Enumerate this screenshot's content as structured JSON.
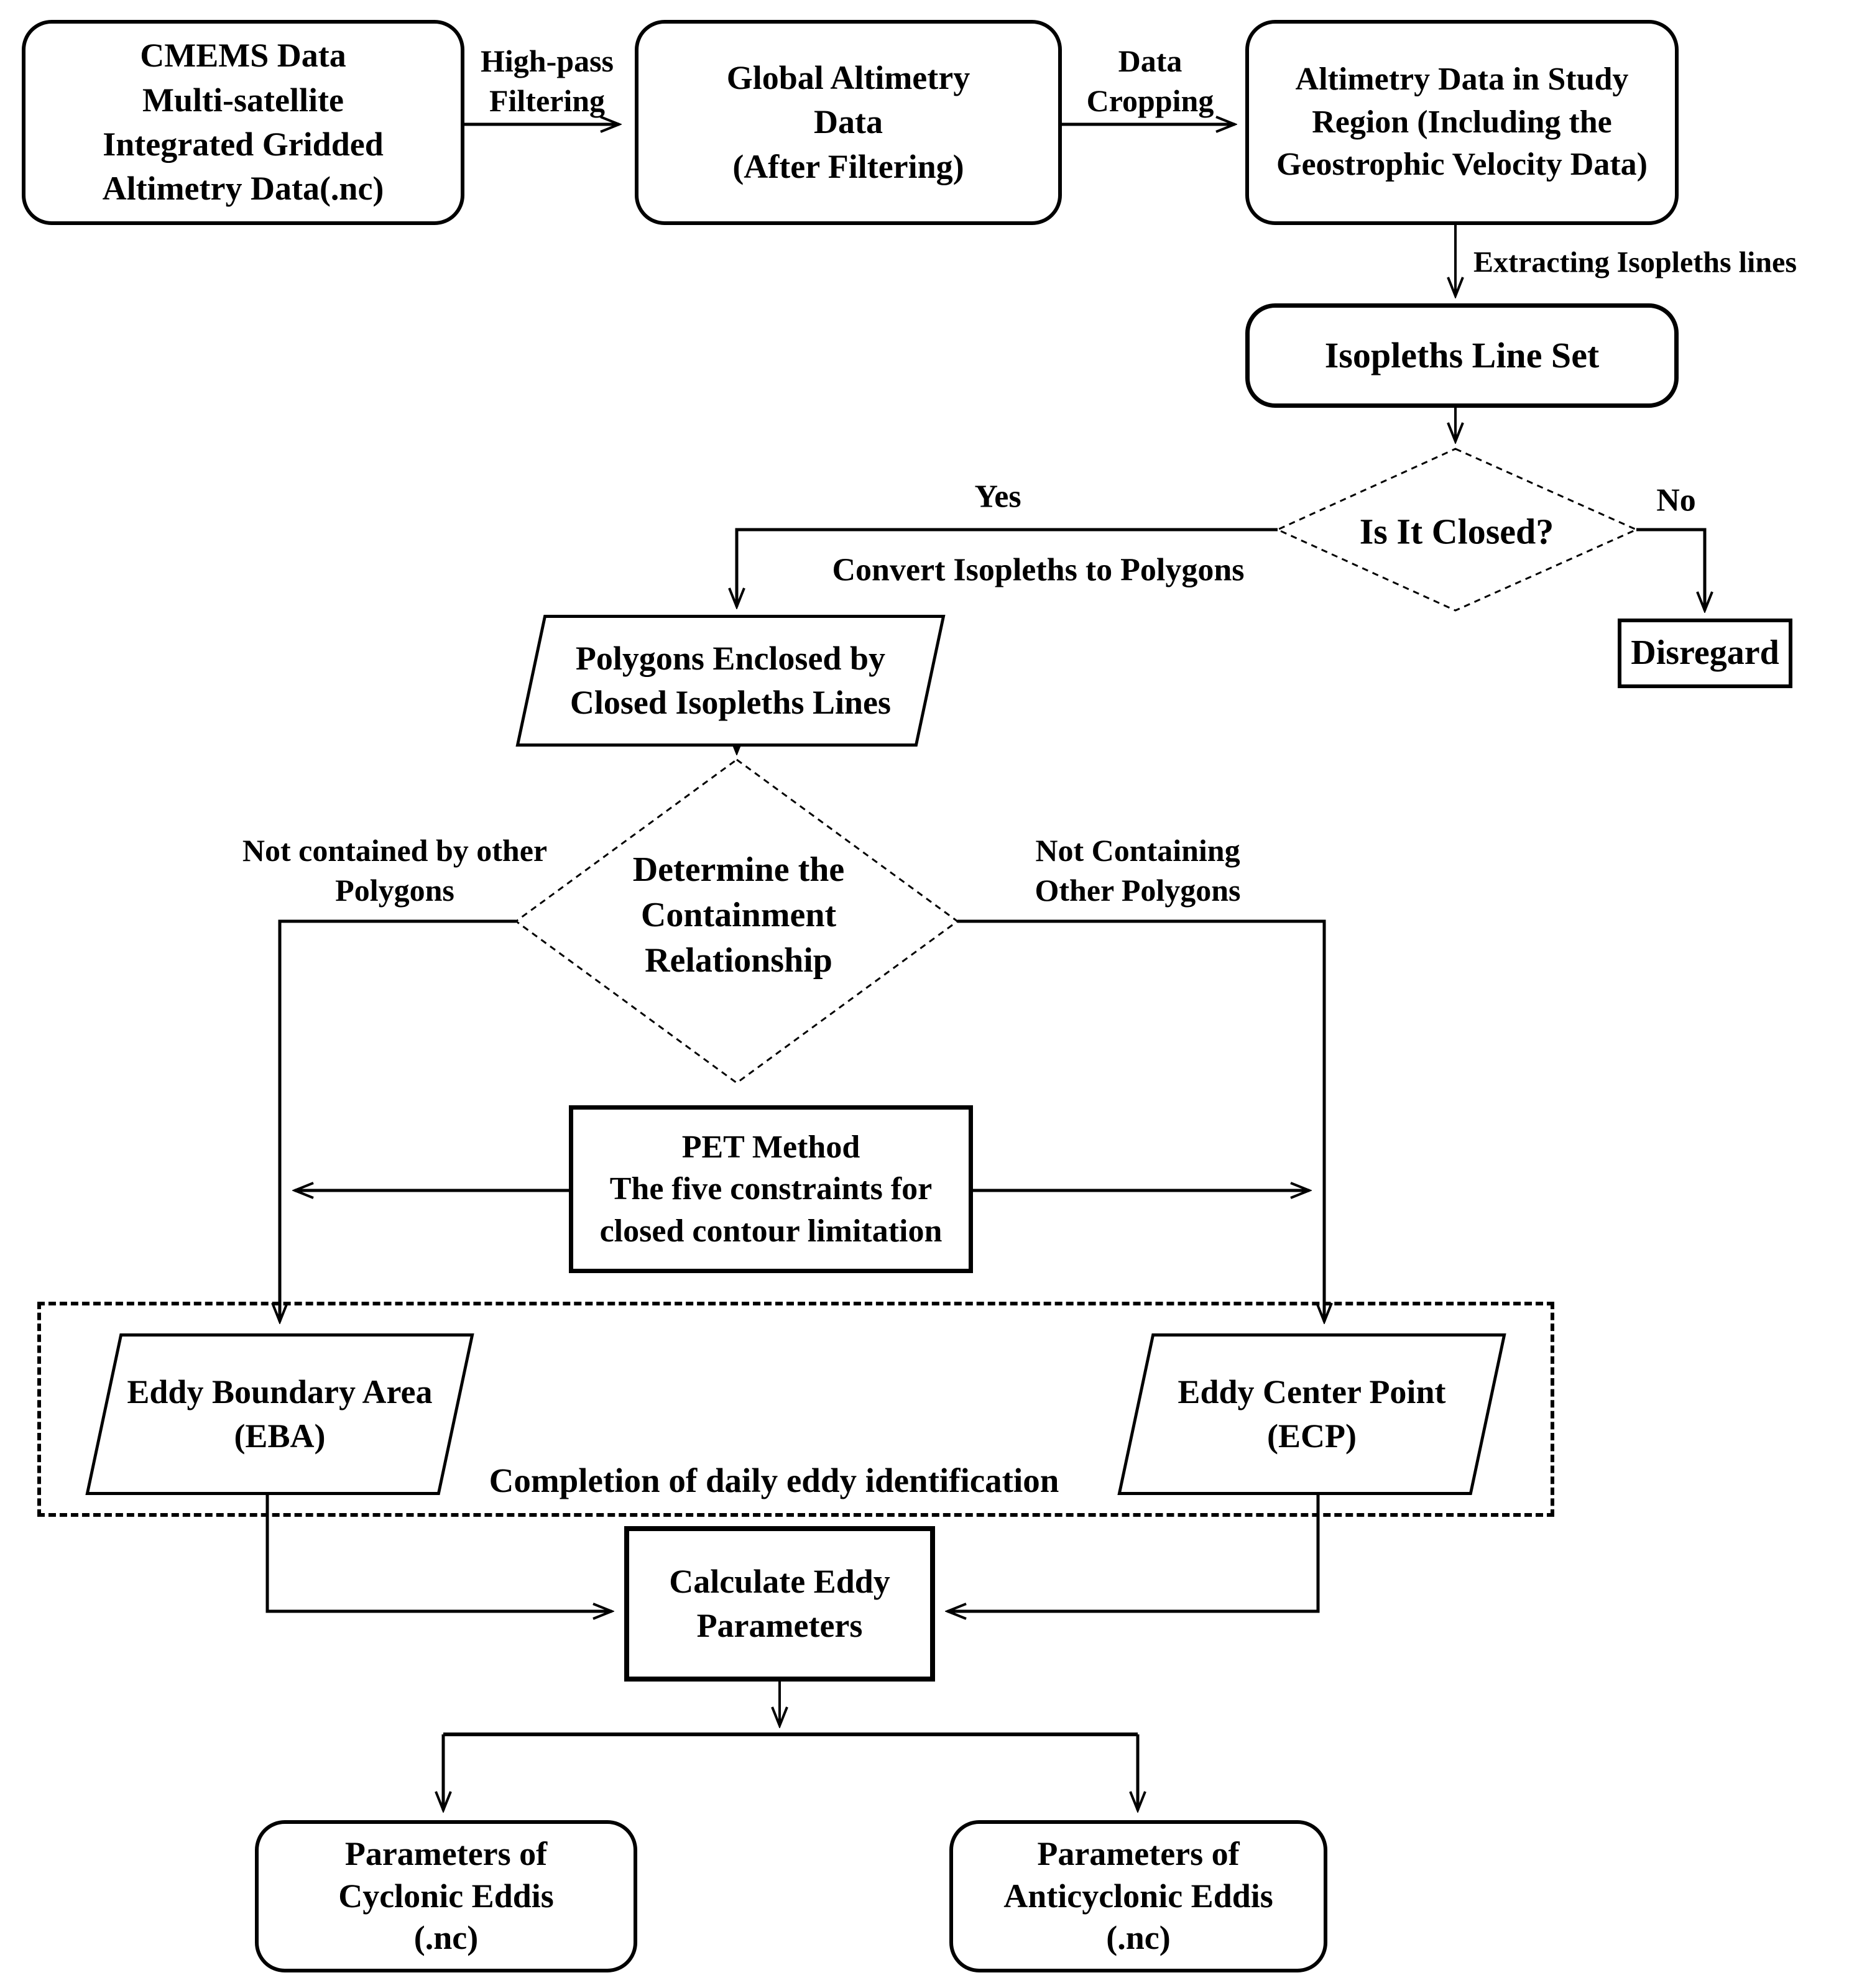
{
  "diagram_title": "Eddy identification flowchart",
  "colors": {
    "stroke": "#000000",
    "background": "#ffffff",
    "text": "#000000"
  },
  "nodes": {
    "cmems": {
      "label": "CMEMS Data\nMulti-satellite\nIntegrated Gridded\nAltimetry Data(.nc)",
      "shape": "rounded-rect"
    },
    "global": {
      "label": "Global Altimetry\nData\n(After Filtering)",
      "shape": "rounded-rect"
    },
    "study": {
      "label": "Altimetry Data in Study\nRegion (Including the\nGeostrophic Velocity Data)",
      "shape": "rounded-rect"
    },
    "isopleths": {
      "label": "Isopleths Line Set",
      "shape": "rounded-rect"
    },
    "is_closed": {
      "label": "Is It Closed?",
      "shape": "diamond"
    },
    "disregard": {
      "label": "Disregard",
      "shape": "rect"
    },
    "polygons": {
      "label": "Polygons Enclosed by\nClosed Isopleths Lines",
      "shape": "parallelogram"
    },
    "containment": {
      "label": "Determine the\nContainment\nRelationship",
      "shape": "diamond"
    },
    "pet": {
      "label": "PET Method\nThe five constraints for\nclosed contour limitation",
      "shape": "rect"
    },
    "eba": {
      "label": "Eddy Boundary Area\n(EBA)",
      "shape": "parallelogram"
    },
    "ecp": {
      "label": "Eddy Center Point\n(ECP)",
      "shape": "parallelogram"
    },
    "calculate": {
      "label": "Calculate Eddy\nParameters",
      "shape": "rect"
    },
    "cyclonic": {
      "label": "Parameters of\nCyclonic Eddis\n(.nc)",
      "shape": "rounded-rect"
    },
    "anticyclonic": {
      "label": "Parameters of\nAnticyclonic Eddis\n(.nc)",
      "shape": "rounded-rect"
    }
  },
  "edge_labels": {
    "highpass": "High-pass\nFiltering",
    "cropping": "Data\nCropping",
    "extracting": "Extracting Isopleths lines",
    "yes": "Yes",
    "convert": "Convert Isopleths to Polygons",
    "no": "No",
    "not_contained": "Not contained by other\nPolygons",
    "not_containing": "Not Containing\nOther Polygons",
    "completion": "Completion of daily eddy identification"
  }
}
